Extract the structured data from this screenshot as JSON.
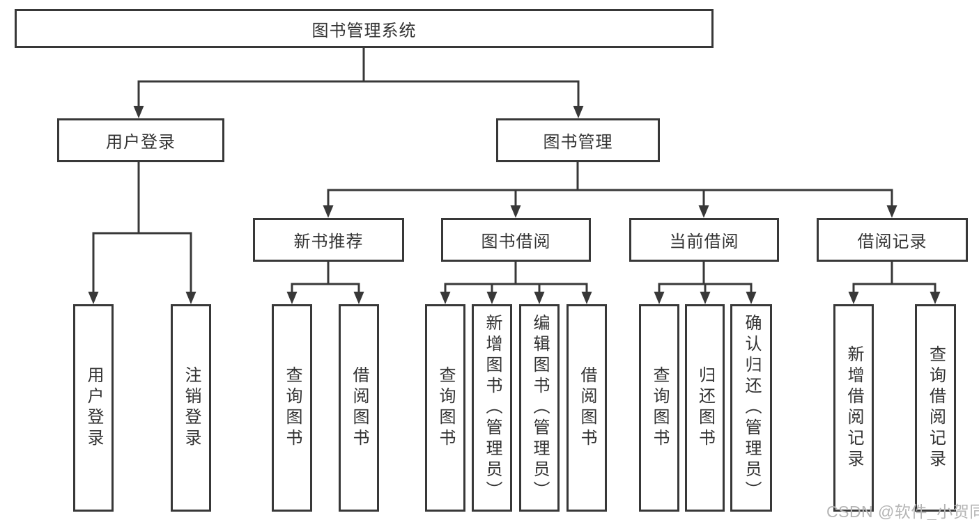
{
  "title": "图书管理系统",
  "level2": {
    "user_login": "用户登录",
    "book_management": "图书管理"
  },
  "level3": {
    "new_book_recommend": "新书推荐",
    "book_borrow": "图书借阅",
    "current_borrow": "当前借阅",
    "borrow_records": "借阅记录"
  },
  "leaves": {
    "user_login": "用户登录",
    "logout": "注销登录",
    "recommend_query_book": "查询图书",
    "recommend_borrow_book": "借阅图书",
    "borrow_query_book": "查询图书",
    "borrow_add_book_admin": "新增图书（管理员）",
    "borrow_edit_book_admin": "编辑图书（管理员）",
    "borrow_borrow_book": "借阅图书",
    "current_query_book": "查询图书",
    "current_return_book": "归还图书",
    "current_confirm_return_admin": "确认归还（管理员）",
    "records_add_record": "新增借阅记录",
    "records_query_record": "查询借阅记录"
  },
  "watermark": "CSDN @软件_小贺同学",
  "colors": {
    "line": "#383838",
    "text": "#333333",
    "watermark": "#b5b5b5",
    "background": "#ffffff"
  }
}
